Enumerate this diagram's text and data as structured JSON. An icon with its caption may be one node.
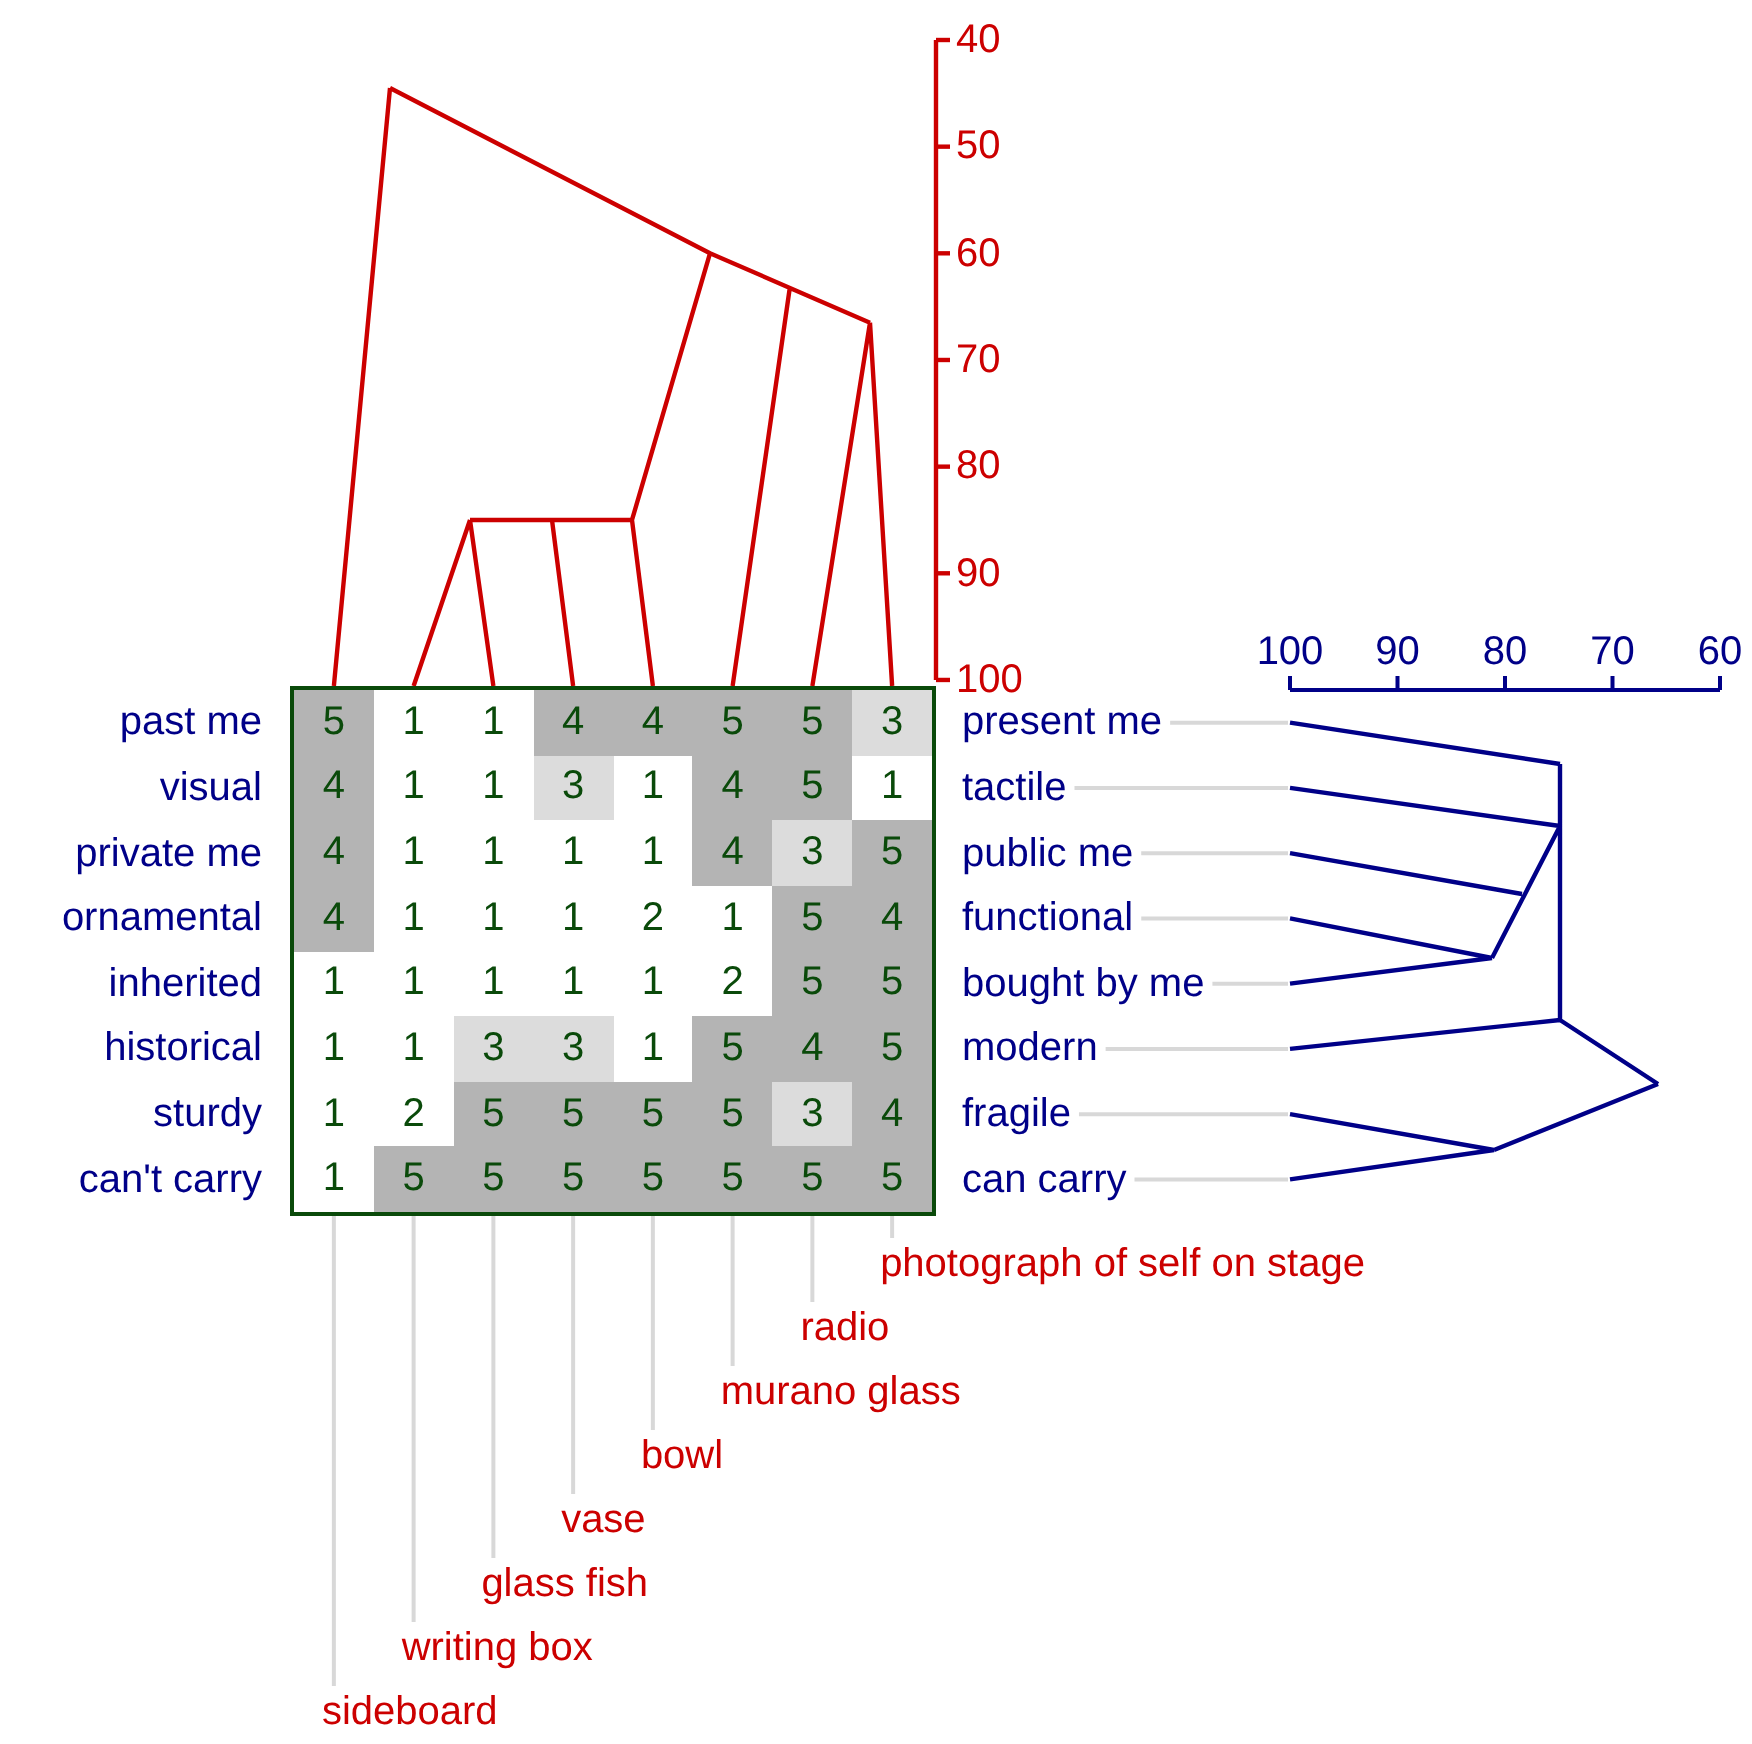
{
  "diagram": {
    "nodes": [
      {
        "text": [
          "present me"
        ]
      },
      {
        "text": [
          "tactile"
        ]
      },
      {
        "text": [
          "public me"
        ]
      },
      {
        "text": [
          "functional"
        ]
      },
      {
        "text": [
          "bought by me"
        ]
      },
      {
        "text": [
          "modern"
        ]
      },
      {
        "text": [
          "fragile"
        ]
      },
      {
        "text": [
          "can carry"
        ]
      },
      {
        "text": [
          "sideboard"
        ]
      },
      {
        "text": [
          "writing box"
        ]
      },
      {
        "text": [
          "glass fish"
        ]
      },
      {
        "text": [
          "vase"
        ]
      },
      {
        "text": [
          "bowl"
        ]
      },
      {
        "text": [
          "murano glass"
        ]
      },
      {
        "text": [
          "radio"
        ]
      },
      {
        "text": [
          "photograph of self on stage"
        ]
      },
      {
        "text": [],
        "shape": "picture"
      },
      {
        "text": [],
        "shape": "box"
      }
    ],
    "edges": [
      {
        "from": 0,
        "to": 16,
        "arrow": "none"
      },
      {
        "from": 1,
        "to": 16,
        "arrow": "none"
      },
      {
        "from": 2,
        "to": 16,
        "arrow": "none"
      },
      {
        "from": 3,
        "to": 16,
        "arrow": "none"
      },
      {
        "from": 4,
        "to": 16,
        "arrow": "none"
      },
      {
        "from": 5,
        "to": 16,
        "arrow": "none"
      },
      {
        "from": 6,
        "to": 16,
        "arrow": "none"
      },
      {
        "from": 7,
        "to": 16,
        "arrow": "none"
      },
      {
        "from": 8,
        "to": 17,
        "arrow": "none"
      },
      {
        "from": 9,
        "to": 17,
        "arrow": "none"
      },
      {
        "from": 10,
        "to": 17,
        "arrow": "none"
      },
      {
        "from": 11,
        "to": 17,
        "arrow": "none"
      },
      {
        "from": 12,
        "to": 17,
        "arrow": "none"
      },
      {
        "from": 13,
        "to": 17,
        "arrow": "none"
      },
      {
        "from": 14,
        "to": 17,
        "arrow": "none"
      },
      {
        "from": 15,
        "to": 17,
        "arrow": "none"
      }
    ],
    "labels": [
      "40",
      "50",
      "60",
      "70",
      "80",
      "90",
      "100",
      "100",
      "90",
      "80",
      "70",
      "60",
      "past me",
      "5",
      "1",
      "1",
      "4",
      "4",
      "5",
      "5",
      "3",
      "visual",
      "4",
      "1",
      "1",
      "3",
      "1",
      "4",
      "5",
      "1",
      "private me",
      "4",
      "1",
      "1",
      "1",
      "1",
      "4",
      "3",
      "5",
      "ornamental",
      "4",
      "1",
      "1",
      "1",
      "2",
      "1",
      "5",
      "4",
      "inherited",
      "1",
      "1",
      "1",
      "1",
      "1",
      "2",
      "5",
      "5",
      "historical",
      "1",
      "1",
      "3",
      "3",
      "1",
      "5",
      "4",
      "5",
      "sturdy",
      "1",
      "2",
      "5",
      "5",
      "5",
      "5",
      "3",
      "4",
      "can't carry",
      "1",
      "5",
      "5",
      "5",
      "5",
      "5",
      "5",
      "5"
    ]
  }
}
